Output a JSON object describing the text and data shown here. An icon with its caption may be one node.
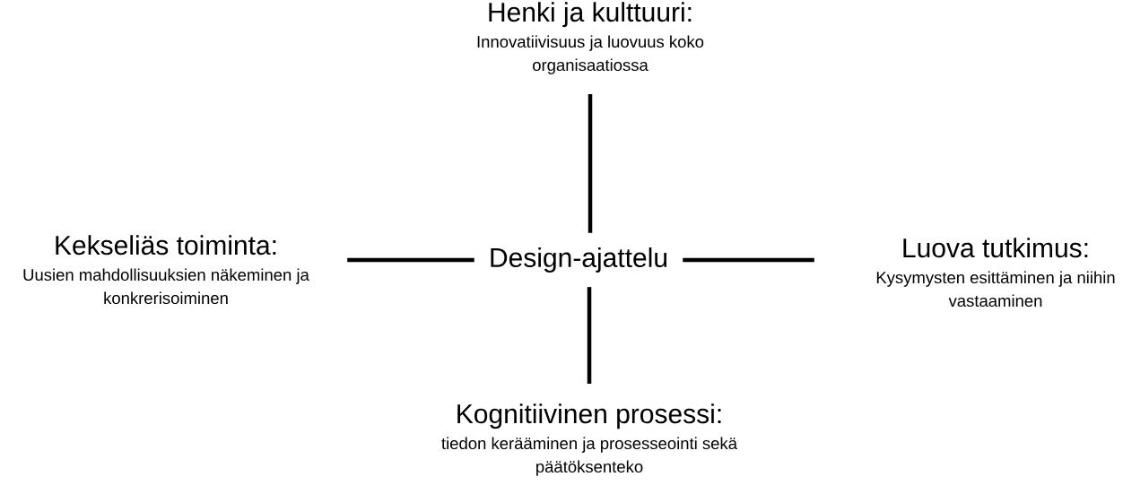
{
  "diagram": {
    "nodes": [
      {
        "text": [
          "Henki ja kulttuuri:",
          "Innovatiivisuus ja luovuus koko organisaatiossa"
        ]
      },
      {
        "text": [
          "Kekseliäs toiminta:",
          "Uusien mahdollisuuksien näkeminen ja konkrerisoiminen"
        ]
      },
      {
        "text": [
          "Design-ajattelu"
        ]
      },
      {
        "text": [
          "Luova tutkimus:",
          "Kysymysten esittäminen ja niihin vastaaminen"
        ]
      },
      {
        "text": [
          "Kognitiivinen prosessi:",
          "tiedon kerääminen ja prosesseointi sekä päätöksenteko"
        ]
      }
    ],
    "edges": [
      {
        "from": 2,
        "to": 0,
        "arrow": "none"
      },
      {
        "from": 2,
        "to": 1,
        "arrow": "none"
      },
      {
        "from": 2,
        "to": 3,
        "arrow": "none"
      },
      {
        "from": 2,
        "to": 4,
        "arrow": "none"
      }
    ]
  }
}
